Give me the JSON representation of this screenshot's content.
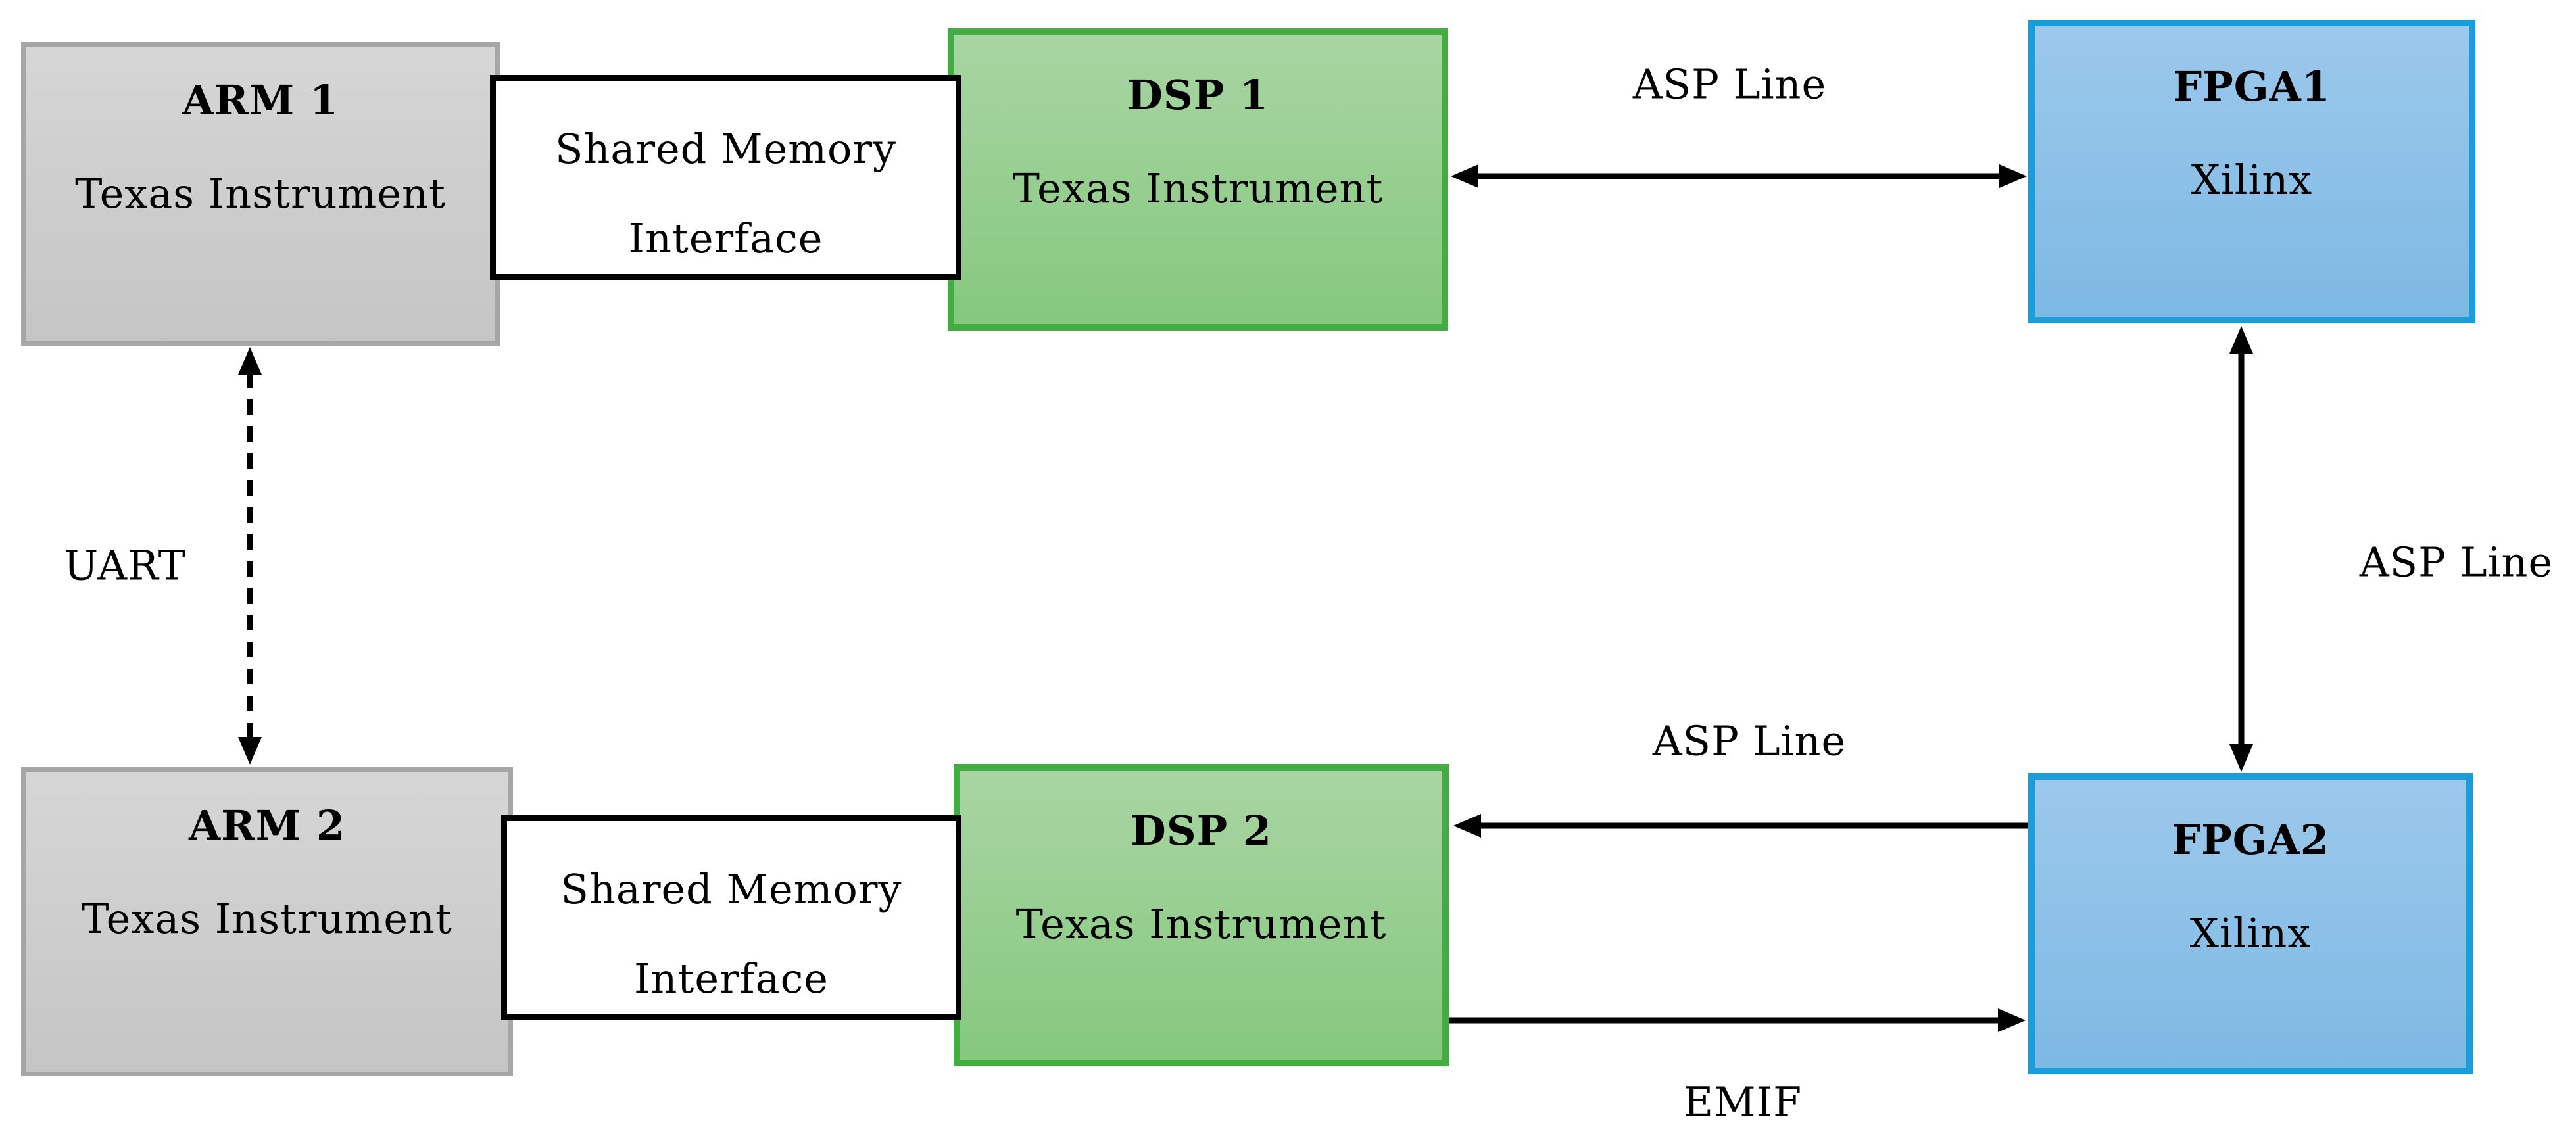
{
  "nodes": {
    "arm1": {
      "title": "ARM 1",
      "subtitle": "Texas Instrument"
    },
    "shared_memory_1": {
      "line1": "Shared Memory",
      "line2": "Interface"
    },
    "dsp1": {
      "title": "DSP 1",
      "subtitle": "Texas Instrument"
    },
    "fpga1": {
      "title": "FPGA1",
      "subtitle": "Xilinx"
    },
    "arm2": {
      "title": "ARM 2",
      "subtitle": "Texas Instrument"
    },
    "shared_memory_2": {
      "line1": "Shared Memory",
      "line2": "Interface"
    },
    "dsp2": {
      "title": "DSP 2",
      "subtitle": "Texas Instrument"
    },
    "fpga2": {
      "title": "FPGA2",
      "subtitle": "Xilinx"
    }
  },
  "edges": {
    "uart": {
      "label": "UART",
      "from": "ARM 1",
      "to": "ARM 2",
      "style": "dashed",
      "arrows": "both"
    },
    "asp_top": {
      "label": "ASP Line",
      "from": "DSP 1",
      "to": "FPGA1",
      "style": "solid",
      "arrows": "both"
    },
    "asp_right": {
      "label": "ASP Line",
      "from": "FPGA1",
      "to": "FPGA2",
      "style": "solid",
      "arrows": "both"
    },
    "asp_bottom": {
      "label": "ASP Line",
      "from": "FPGA2",
      "to": "DSP 2",
      "style": "solid",
      "arrows": "to"
    },
    "emif": {
      "label": "EMIF",
      "from": "DSP 2",
      "to": "FPGA2",
      "style": "solid",
      "arrows": "to"
    }
  },
  "colors": {
    "background": "#ffffff",
    "arm_fill_top": "#d6d6d6",
    "arm_fill_bottom": "#c5c5c5",
    "arm_border": "#a6a6a6",
    "dsp_fill_top": "#a9d5a3",
    "dsp_fill_bottom": "#85c87e",
    "dsp_border": "#43ac43",
    "fpga_fill_top": "#9cc8ec",
    "fpga_fill_bottom": "#7db9e3",
    "fpga_border": "#1b9dd9",
    "interface_fill": "#ffffff",
    "interface_border": "#000000",
    "arrow_color": "#000000"
  }
}
